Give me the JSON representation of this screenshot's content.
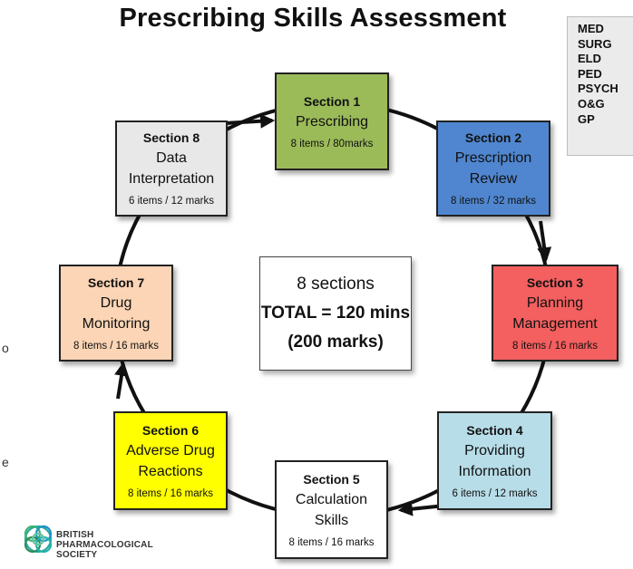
{
  "title": "Prescribing Skills Assessment",
  "specialties": [
    "MED",
    "SURG",
    "ELD",
    "PED",
    "PSYCH",
    "O&G",
    "GP"
  ],
  "sections": [
    {
      "label": "Section 1",
      "name": "Prescribing",
      "items": "8 items / 80marks",
      "color": "#9bbb59"
    },
    {
      "label": "Section 2",
      "name": "Prescription Review",
      "items": "8 items / 32 marks",
      "color": "#4f86cf"
    },
    {
      "label": "Section 3",
      "name": "Planning Management",
      "items": "8 items / 16 marks",
      "color": "#f45f5f"
    },
    {
      "label": "Section 4",
      "name": "Providing Information",
      "items": "6 items / 12 marks",
      "color": "#b7dde8"
    },
    {
      "label": "Section 5",
      "name": "Calculation Skills",
      "items": "8 items / 16 marks",
      "color": "#ffffff"
    },
    {
      "label": "Section 6",
      "name": "Adverse Drug Reactions",
      "items": "8 items / 16 marks",
      "color": "#ffff00"
    },
    {
      "label": "Section 7",
      "name": "Drug Monitoring",
      "items": "8 items / 16 marks",
      "color": "#fbd5b5"
    },
    {
      "label": "Section 8",
      "name": "Data Interpretation",
      "items": "6 items / 12 marks",
      "color": "#e8e8e8"
    }
  ],
  "center": {
    "line1": "8 sections",
    "line2": "TOTAL = 120 mins",
    "line3": "(200 marks)"
  },
  "logo": {
    "line1": "BRITISH",
    "line2": "PHARMACOLOGICAL",
    "line3": "SOCIETY"
  },
  "stray_marks": [
    "o",
    "e"
  ]
}
